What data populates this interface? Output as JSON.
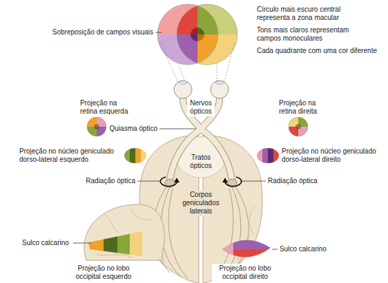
{
  "diagram": {
    "labels": [
      "Círculo mais escuro central representa a zona macular",
      "Tons mais claros representam campos monoculares",
      "Cada quadrante com uma cor diferente",
      "Sobreposição de campos visuais",
      "Projeção na retina esquerda",
      "Nervos ópticos",
      "Projeção na retina direita",
      "Quiasma óptico",
      "Projeção no núcleo geniculado dorso-lateral esquerdo",
      "Tratos ópticos",
      "Projeção no núcleo geniculado dorso-lateral direito",
      "Radiação óptica",
      "Corpos geniculados laterais",
      "Radiação óptica",
      "Sulco calcarino",
      "Sulco calcarino",
      "Projeção no lobo occipital esquerdo",
      "Projeção no lobo occipital direito"
    ]
  }
}
